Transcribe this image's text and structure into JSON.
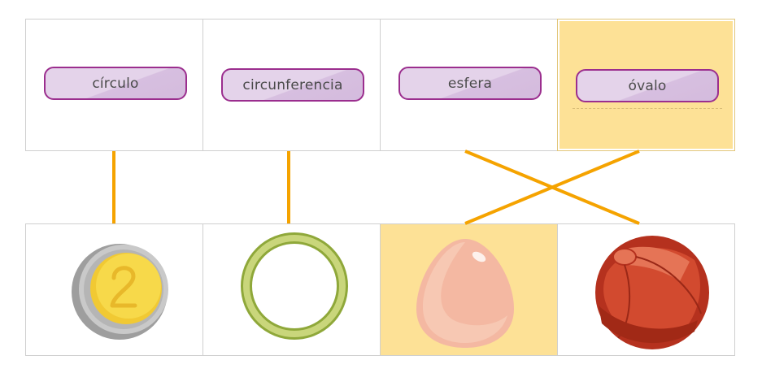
{
  "words": [
    {
      "label": "círculo"
    },
    {
      "label": "circunferencia"
    },
    {
      "label": "esfera"
    },
    {
      "label": "óvalo"
    }
  ],
  "images": [
    {
      "icon": "coin-icon",
      "selected": false
    },
    {
      "icon": "ring-icon",
      "selected": false
    },
    {
      "icon": "egg-icon",
      "selected": true
    },
    {
      "icon": "ball-icon",
      "selected": false
    }
  ],
  "connections": [
    {
      "word": "círculo",
      "image": "coin-icon"
    },
    {
      "word": "circunferencia",
      "image": "ring-icon"
    },
    {
      "word": "esfera",
      "image": "ball-icon"
    },
    {
      "word": "óvalo",
      "image": "egg-icon"
    }
  ],
  "colors": {
    "connector": "#f5a300",
    "selected_bg": "#fde196",
    "pill_border": "#9b2e8e",
    "pill_fill": "#e4d3ea"
  }
}
